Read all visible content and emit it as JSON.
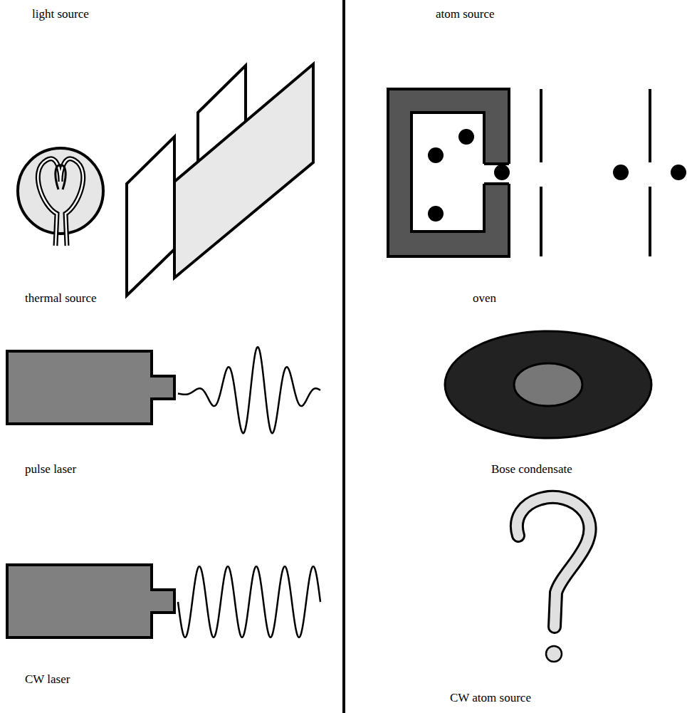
{
  "diagram": {
    "labels": [
      "light source",
      "atom source",
      "thermal source",
      "oven",
      "pulse laser",
      "Bose condensate",
      "CW laser",
      "CW atom source"
    ]
  }
}
